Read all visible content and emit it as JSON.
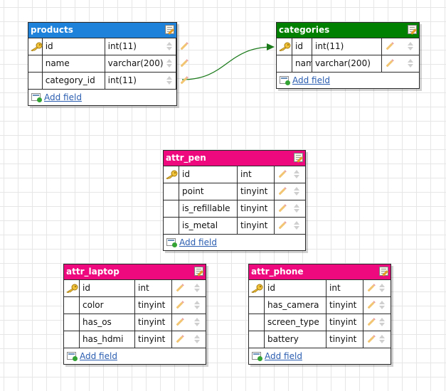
{
  "colors": {
    "blue_header": "#1f82da",
    "green_header": "#008000",
    "pink_header": "#ee0a7e",
    "relation_line": "#1a7a1a"
  },
  "add_field_label": "Add field",
  "icons": {
    "key": "key-icon",
    "edit": "edit-icon",
    "pencil": "pencil-icon",
    "sort": "sort-icon",
    "add": "add-field-icon"
  },
  "entities": {
    "products": {
      "title": "products",
      "fields": [
        {
          "name": "id",
          "type": "int(11)",
          "primary": true
        },
        {
          "name": "name",
          "type": "varchar(200)",
          "primary": false
        },
        {
          "name": "category_id",
          "type": "int(11)",
          "primary": false
        }
      ]
    },
    "categories": {
      "title": "categories",
      "fields": [
        {
          "name": "id",
          "type": "int(11)",
          "primary": true
        },
        {
          "name": "name",
          "type": "varchar(200)",
          "primary": false
        }
      ]
    },
    "attr_pen": {
      "title": "attr_pen",
      "fields": [
        {
          "name": "id",
          "type": "int",
          "primary": true
        },
        {
          "name": "point",
          "type": "tinyint",
          "primary": false
        },
        {
          "name": "is_refillable",
          "type": "tinyint",
          "primary": false
        },
        {
          "name": "is_metal",
          "type": "tinyint",
          "primary": false
        }
      ]
    },
    "attr_laptop": {
      "title": "attr_laptop",
      "fields": [
        {
          "name": "id",
          "type": "int",
          "primary": true
        },
        {
          "name": "color",
          "type": "tinyint",
          "primary": false
        },
        {
          "name": "has_os",
          "type": "tinyint",
          "primary": false
        },
        {
          "name": "has_hdmi",
          "type": "tinyint",
          "primary": false
        }
      ]
    },
    "attr_phone": {
      "title": "attr_phone",
      "fields": [
        {
          "name": "id",
          "type": "int",
          "primary": true
        },
        {
          "name": "has_camera",
          "type": "tinyint",
          "primary": false
        },
        {
          "name": "screen_type",
          "type": "tinyint",
          "primary": false
        },
        {
          "name": "battery",
          "type": "tinyint",
          "primary": false
        }
      ]
    }
  },
  "relations": [
    {
      "from": "products.category_id",
      "to": "categories.id"
    }
  ]
}
